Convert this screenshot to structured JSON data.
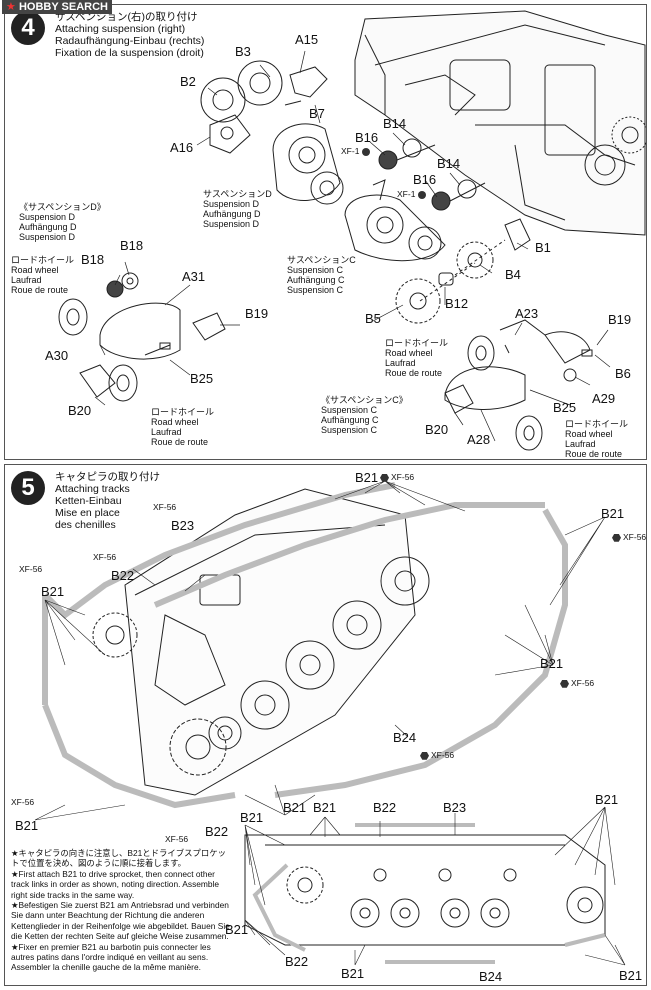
{
  "watermark": "HOBBY SEARCH",
  "step4": {
    "number": "4",
    "title_lines": [
      "サスペンション(右)の取り付け",
      "Attaching suspension (right)",
      "Radaufhängung-Einbau (rechts)",
      "Fixation de la suspension (droit)"
    ],
    "part_labels": {
      "b2": "B2",
      "b3": "B3",
      "a15": "A15",
      "b7": "B7",
      "a16": "A16",
      "b16a": "B16",
      "b14a": "B14",
      "b16b": "B16",
      "b14b": "B14",
      "b1": "B1",
      "b4": "B4",
      "b12": "B12",
      "b5": "B5",
      "b18a": "B18",
      "b18b": "B18",
      "a31": "A31",
      "b19a": "B19",
      "a30": "A30",
      "b25a": "B25",
      "b20a": "B20",
      "a23": "A23",
      "b19b": "B19",
      "b6": "B6",
      "a29": "A29",
      "b25b": "B25",
      "b20b": "B20",
      "a28": "A28"
    },
    "paints": {
      "xf1a": "XF-1",
      "xf1b": "XF-1"
    },
    "captions": {
      "suspension_d_top": [
        "サスペンションD",
        "Suspension D",
        "Aufhängung D",
        "Suspension D"
      ],
      "suspension_d_side": [
        "《サスペンションD》",
        "Suspension D",
        "Aufhängung D",
        "Suspension D"
      ],
      "suspension_c_top": [
        "サスペンションC",
        "Suspension C",
        "Aufhängung C",
        "Suspension C"
      ],
      "suspension_c_side": [
        "《サスペンションC》",
        "Suspension C",
        "Aufhängung C",
        "Suspension C"
      ],
      "road_wheel_left_top": [
        "ロードホイール",
        "Road wheel",
        "Laufrad",
        "Roue de route"
      ],
      "road_wheel_left_bottom": [
        "ロードホイール",
        "Road wheel",
        "Laufrad",
        "Roue de route"
      ],
      "road_wheel_right_top": [
        "ロードホイール",
        "Road wheel",
        "Laufrad",
        "Roue de route"
      ],
      "road_wheel_right_bottom": [
        "ロードホイール",
        "Road wheel",
        "Laufrad",
        "Roue de route"
      ]
    }
  },
  "step5": {
    "number": "5",
    "title_lines": [
      "キャタピラの取り付け",
      "Attaching tracks",
      "Ketten-Einbau",
      "Mise en place",
      "des chenilles"
    ],
    "part_labels": {
      "b21_top": "B21",
      "b23": "B23",
      "b22": "B22",
      "b21_left": "B21",
      "b21_right_top": "B21",
      "b21_right_mid": "B21",
      "b24": "B24",
      "b21_bottom_left": "B21",
      "b21_bottom_center": "B21",
      "b22_bottom": "B22",
      "b21_d_top": "B21",
      "b22_d": "B22",
      "b23_d": "B23",
      "b21_d_right": "B21",
      "b21_d_left_top": "B21",
      "b21_d_left_mid": "B21",
      "b22_d_bottom": "B22",
      "b21_d_bottom": "B21",
      "b24_d": "B24",
      "b21_d_br": "B21"
    },
    "paints": {
      "xf56_top": "XF-56",
      "xf56_b23": "XF-56",
      "xf56_b22": "XF-56",
      "xf56_left": "XF-56",
      "xf56_right_top": "XF-56",
      "xf56_right_mid": "XF-56",
      "xf56_b24": "XF-56",
      "xf56_bottom_left": "XF-56",
      "xf56_b22_bottom": "XF-56"
    },
    "notes": [
      "★キャタピラの向きに注意し、B21とドライブスプロケットで位置を決め、図のように順に接着します。",
      "★First attach B21 to drive sprocket, then connect other track links in order as shown, noting direction. Assemble right side tracks in the same way.",
      "★Befestigen Sie zuerst B21 am Antriebsrad und verbinden Sie dann unter Beachtung der Richtung die anderen Kettenglieder in der Reihenfolge wie abgebildet. Bauen Sie die Ketten der rechten Seite auf gleiche Weise zusammen.",
      "★Fixer en premier B21 au barbotin puis connecter les autres patins dans l'ordre indiqué en veillant au sens. Assembler la chenille gauche de la même manière."
    ]
  }
}
